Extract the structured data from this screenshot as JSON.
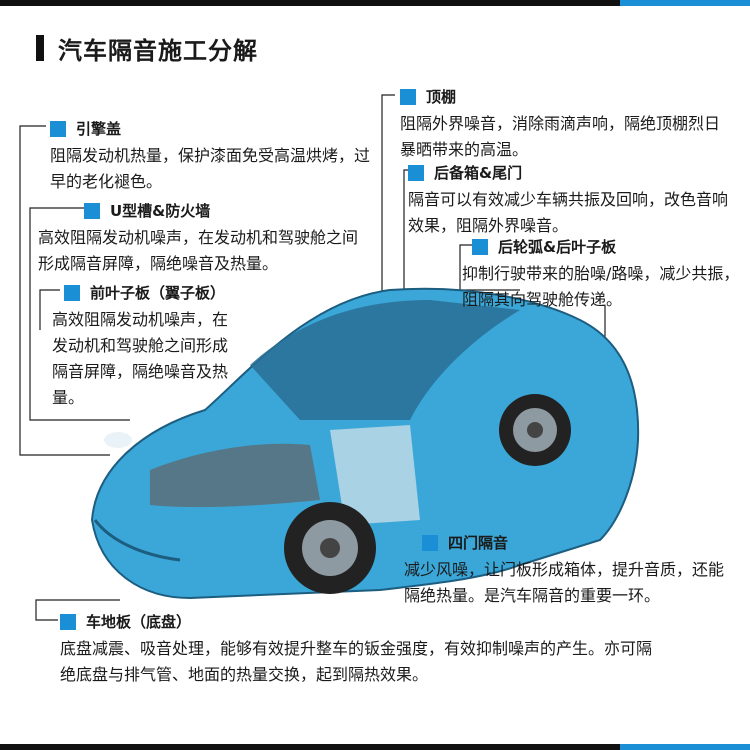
{
  "page": {
    "title": "汽车隔音施工分解",
    "accent_color": "#1a8fd6"
  },
  "sections": {
    "engine_hood": {
      "label": "引擎盖",
      "desc": "阻隔发动机热量，保护漆面免受高温烘烤，过早的老化褪色。"
    },
    "firewall": {
      "label": "U型槽&防火墙",
      "desc": "高效阻隔发动机噪声，在发动机和驾驶舱之间形成隔音屏障，隔绝噪音及热量。"
    },
    "front_fender": {
      "label": "前叶子板（翼子板）",
      "desc": "高效阻隔发动机噪声，在发动机和驾驶舱之间形成隔音屏障，隔绝噪音及热量。"
    },
    "roof": {
      "label": "顶棚",
      "desc": "阻隔外界噪音，消除雨滴声响，隔绝顶棚烈日暴晒带来的高温。"
    },
    "trunk": {
      "label": "后备箱&尾门",
      "desc": "隔音可以有效减少车辆共振及回响，改色音响效果，阻隔外界噪音。"
    },
    "rear_arch": {
      "label": "后轮弧&后叶子板",
      "desc": "抑制行驶带来的胎噪/路噪，减少共振，阻隔其向驾驶舱传递。"
    },
    "doors": {
      "label": "四门隔音",
      "desc": "减少风噪，让门板形成箱体，提升音质，还能隔绝热量。是汽车隔音的重要一环。"
    },
    "floor": {
      "label": "车地板（底盘）",
      "desc": "底盘减震、吸音处理，能够有效提升整车的钣金强度，有效抑制噪声的产生。亦可隔绝底盘与排气管、地面的热量交换，起到隔热效果。"
    }
  }
}
